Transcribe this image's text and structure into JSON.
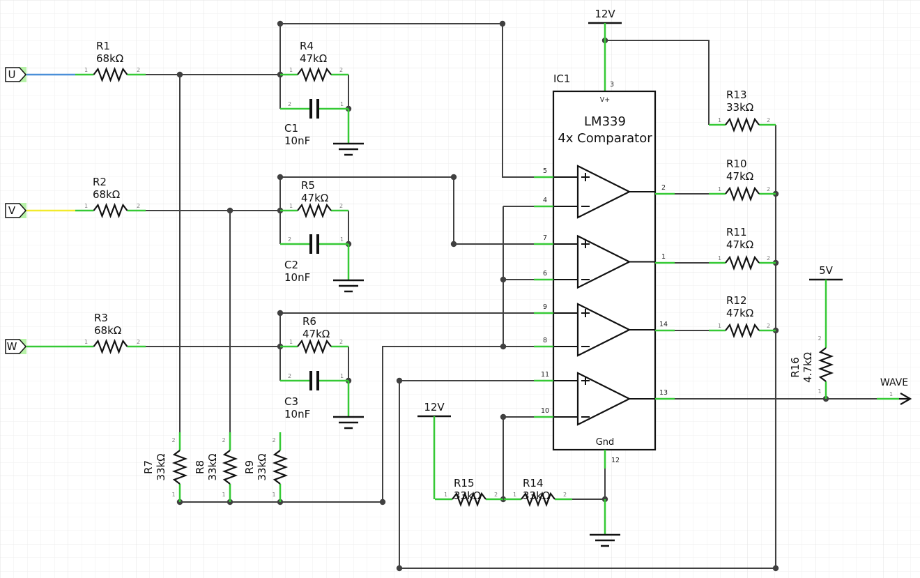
{
  "ports": [
    {
      "id": "U",
      "label": "U",
      "color": "#4a8fd8"
    },
    {
      "id": "V",
      "label": "V",
      "color": "#f2ea2c"
    },
    {
      "id": "W",
      "label": "W",
      "color": "#35c935"
    }
  ],
  "resistors": [
    {
      "ref": "R1",
      "value": "68kΩ"
    },
    {
      "ref": "R2",
      "value": "68kΩ"
    },
    {
      "ref": "R3",
      "value": "68kΩ"
    },
    {
      "ref": "R4",
      "value": "47kΩ"
    },
    {
      "ref": "R5",
      "value": "47kΩ"
    },
    {
      "ref": "R6",
      "value": "47kΩ"
    },
    {
      "ref": "R7",
      "value": "33kΩ"
    },
    {
      "ref": "R8",
      "value": "33kΩ"
    },
    {
      "ref": "R9",
      "value": "33kΩ"
    },
    {
      "ref": "R10",
      "value": "47kΩ"
    },
    {
      "ref": "R11",
      "value": "47kΩ"
    },
    {
      "ref": "R12",
      "value": "47kΩ"
    },
    {
      "ref": "R13",
      "value": "33kΩ"
    },
    {
      "ref": "R14",
      "value": "33kΩ"
    },
    {
      "ref": "R15",
      "value": "33kΩ"
    },
    {
      "ref": "R16",
      "value": "4.7kΩ"
    }
  ],
  "capacitors": [
    {
      "ref": "C1",
      "value": "10nF"
    },
    {
      "ref": "C2",
      "value": "10nF"
    },
    {
      "ref": "C3",
      "value": "10nF"
    }
  ],
  "ic": {
    "ref": "IC1",
    "name": "LM339",
    "desc": "4x Comparator",
    "vplus": "V+",
    "gnd": "Gnd",
    "pins": [
      "3",
      "5",
      "4",
      "7",
      "6",
      "9",
      "8",
      "11",
      "10",
      "2",
      "1",
      "14",
      "13",
      "12"
    ]
  },
  "supplies": {
    "top": "12V",
    "mid": "12V",
    "logic": "5V"
  },
  "output": {
    "label": "WAVE"
  },
  "pin_numbers": {
    "p1": "1",
    "p2": "2"
  }
}
